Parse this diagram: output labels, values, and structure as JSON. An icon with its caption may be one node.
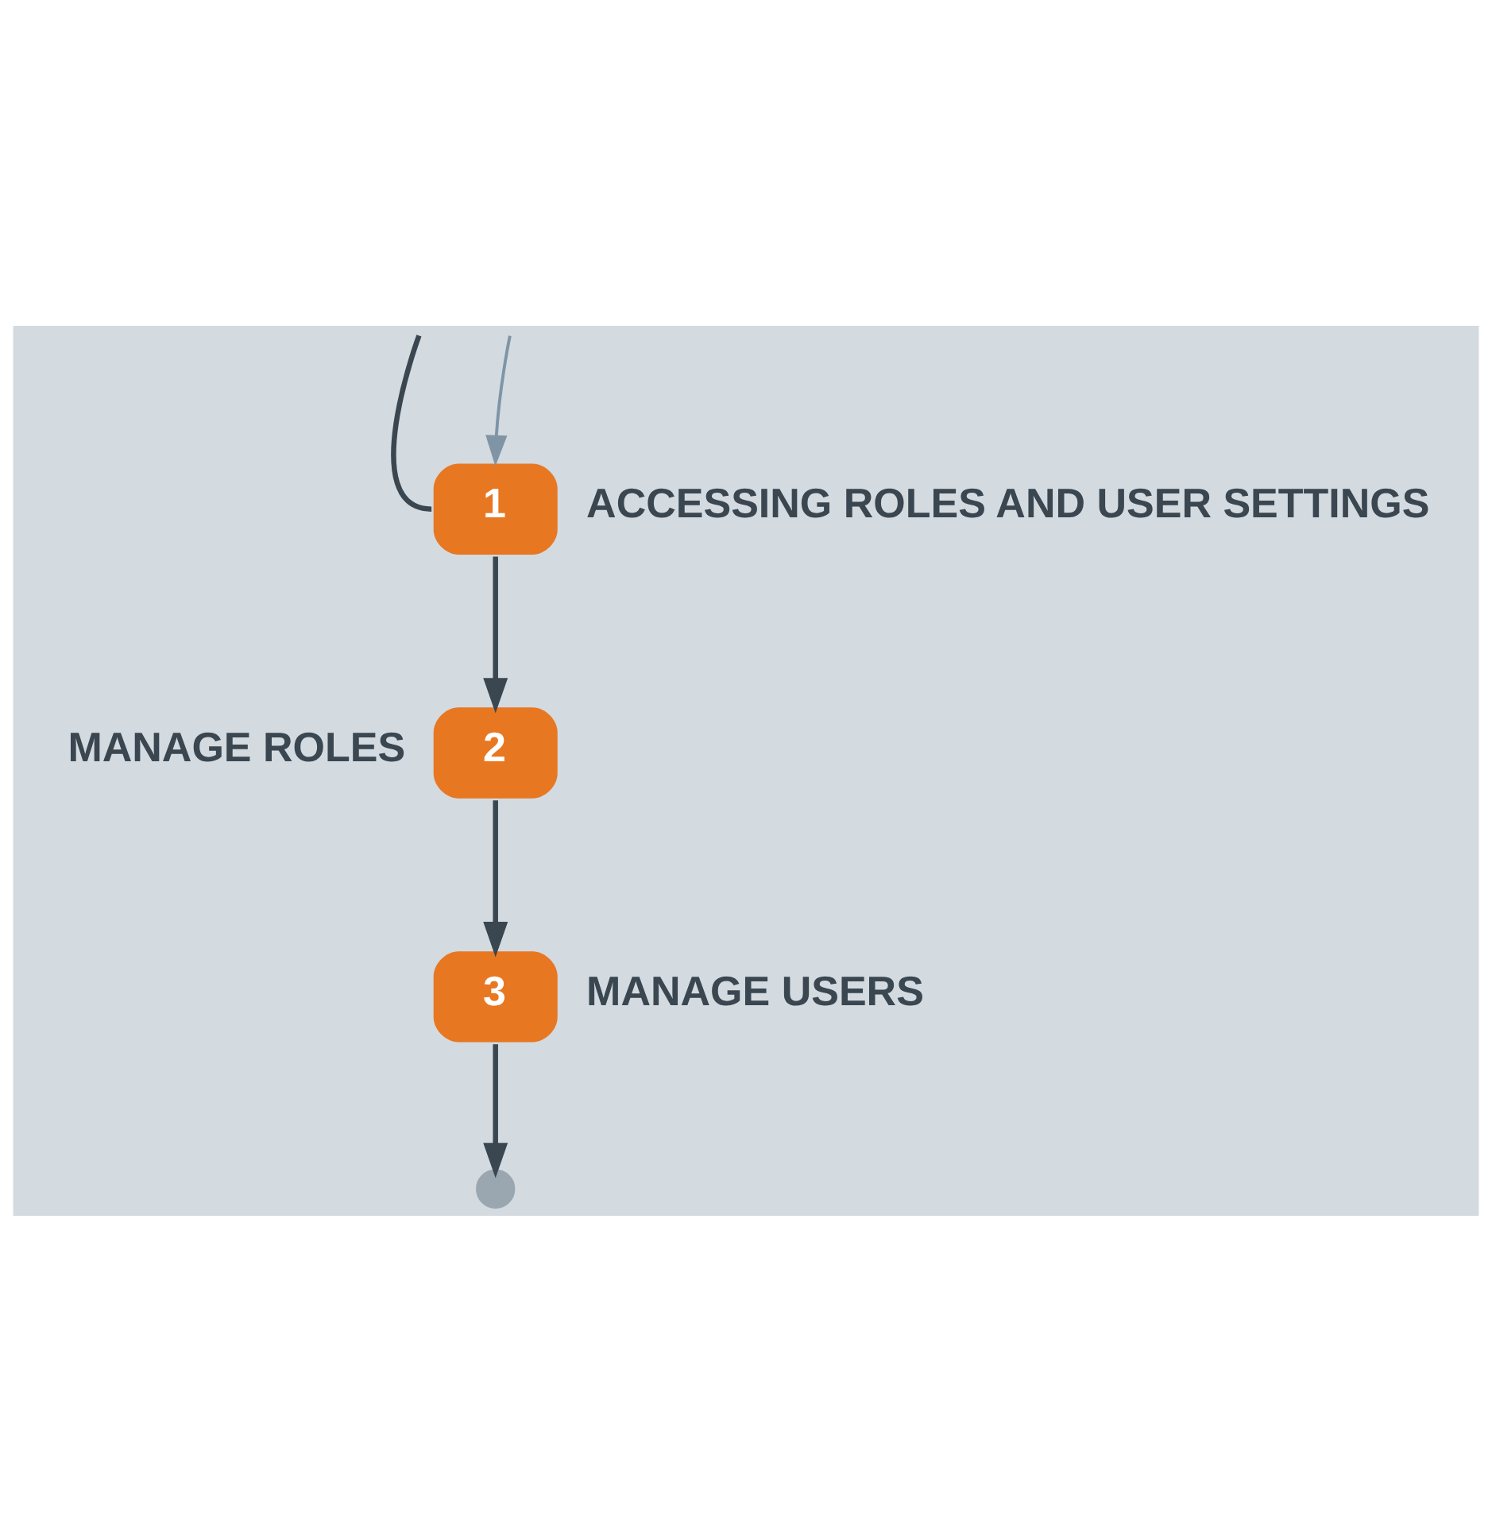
{
  "diagram": {
    "nodes": [
      {
        "text": [
          "1"
        ],
        "beside": [
          "ACCESSING ROLES AND USER SETTINGS"
        ]
      },
      {
        "text": [
          "2"
        ],
        "beside": [
          "MANAGE ROLES"
        ]
      },
      {
        "text": [
          "3"
        ],
        "beside": [
          "MANAGE USERS"
        ]
      },
      {
        "text": [],
        "shape": "circle"
      }
    ],
    "edges": [
      {
        "from": null,
        "to": 0,
        "arrow": "none"
      },
      {
        "from": 0,
        "to": 1,
        "arrow": "to"
      },
      {
        "from": 1,
        "to": 2,
        "arrow": "to"
      },
      {
        "from": 2,
        "to": 3,
        "arrow": "to"
      },
      {
        "from": null,
        "to": 0,
        "arrow": "to",
        "color": "#7f95a6"
      }
    ]
  }
}
